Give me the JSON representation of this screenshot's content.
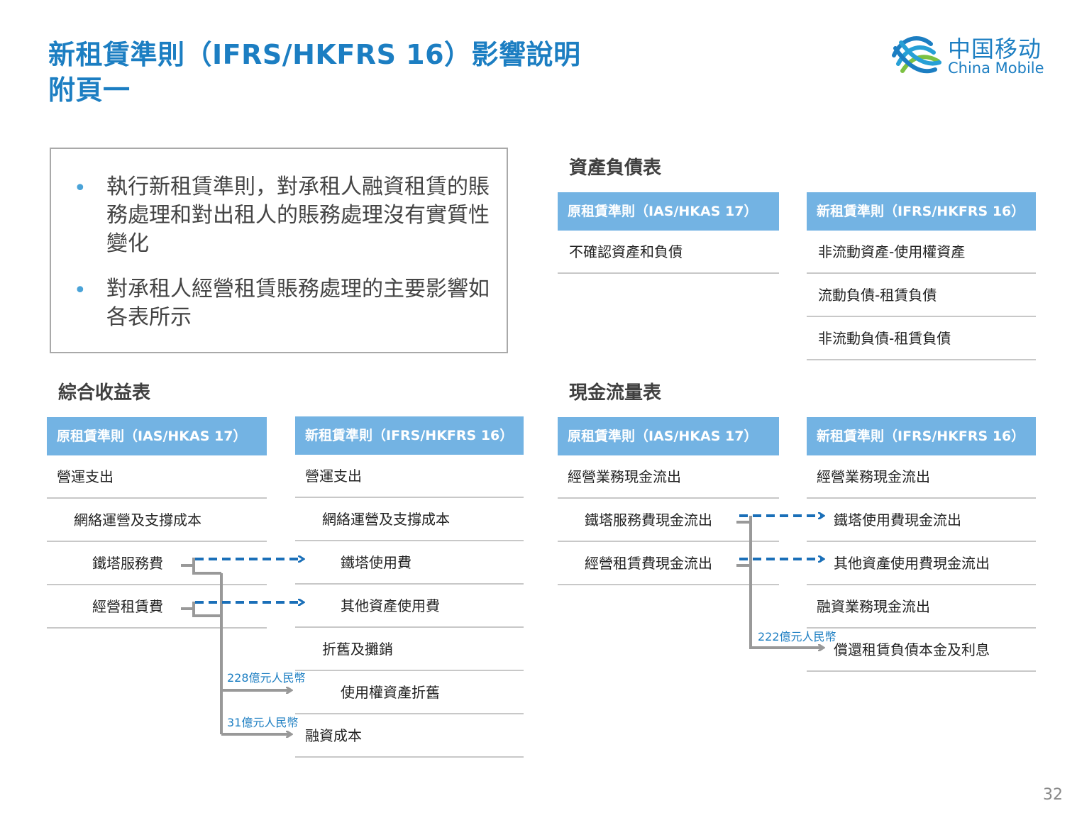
{
  "title": {
    "line1": "新租賃準則（IFRS/HKFRS 16）影響說明",
    "line2": "附頁一"
  },
  "logo": {
    "cn": "中国移动",
    "en": "China Mobile",
    "icon": "china-mobile-logo-icon"
  },
  "summary": {
    "bullets": [
      {
        "marker": "•",
        "text": "執行新租賃準則，對承租人融資租賃的賬務處理和對出租人的賬務處理沒有實質性變化"
      },
      {
        "marker": "•",
        "text": "對承租人經營租賃賬務處理的主要影響如各表所示"
      }
    ]
  },
  "balance_sheet": {
    "title": "資產負債表",
    "old_header": "原租賃準則（IAS/HKAS 17）",
    "new_header": "新租賃準則（IFRS/HKFRS 16）",
    "old_rows": [
      "不確認資產和負債"
    ],
    "new_rows": [
      "非流動資產-使用權資產",
      "流動負債-租賃負債",
      "非流動負債-租賃負債"
    ]
  },
  "income_statement": {
    "title": "綜合收益表",
    "old_header": "原租賃準則（IAS/HKAS 17）",
    "new_header": "新租賃準則（IFRS/HKFRS 16）",
    "old_rows": [
      "營運支出",
      "網絡運營及支撐成本",
      "鐵塔服務費",
      "經營租賃費"
    ],
    "new_rows": [
      "營運支出",
      "網絡運營及支撐成本",
      "鐵塔使用費",
      "其他資產使用費",
      "折舊及攤銷",
      "使用權資產折舊",
      "融資成本"
    ],
    "amounts": {
      "depreciation": "228億元人民幣",
      "finance_cost": "31億元人民幣"
    }
  },
  "cash_flow": {
    "title": "現金流量表",
    "old_header": "原租賃準則（IAS/HKAS 17）",
    "new_header": "新租賃準則（IFRS/HKFRS 16）",
    "old_rows": [
      "經營業務現金流出",
      "鐵塔服務費現金流出",
      "經營租賃費現金流出"
    ],
    "new_rows": [
      "經營業務現金流出",
      "鐵塔使用費現金流出",
      "其他資產使用費現金流出",
      "融資業務現金流出",
      "償還租賃負債本金及利息"
    ],
    "amounts": {
      "repayment": "222億元人民幣"
    }
  },
  "colors": {
    "accent": "#1c7ec2",
    "header_bg": "#73b3e3",
    "dashed_arrow": "#1a6fb8",
    "solid_arrow": "#999999"
  },
  "page_number": "32"
}
